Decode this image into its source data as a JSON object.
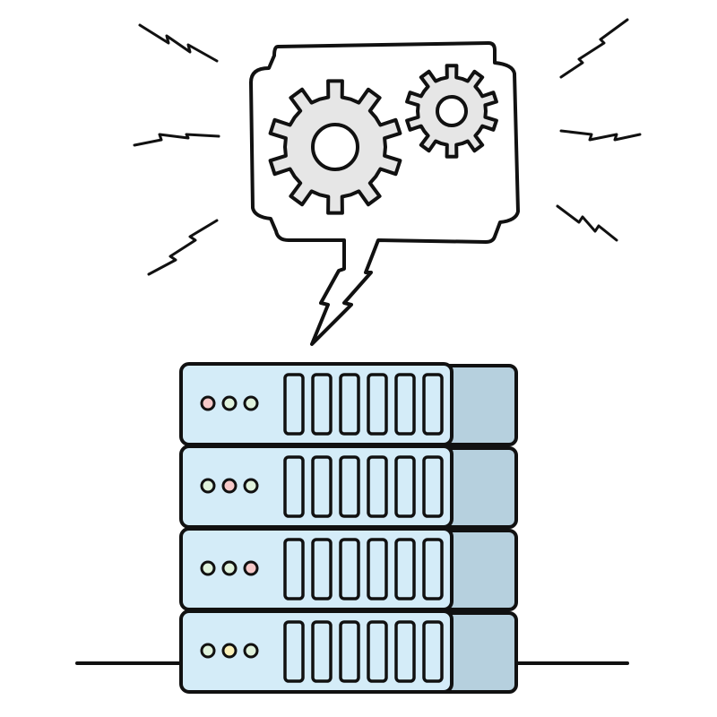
{
  "illustration": {
    "colors": {
      "ink": "#111111",
      "background": "#ffffff",
      "server_face": "#d4ecf8",
      "server_side": "#b6d0de",
      "gear": "#e6e6e6",
      "led_red": "#f6c9c9",
      "led_green": "#dff2dc",
      "led_yellow": "#fbf1b8"
    },
    "icons": [
      "speech-bubble-icon",
      "gear-icon",
      "spark-icon",
      "server-rack-icon"
    ],
    "server_units": [
      {
        "leds": [
          "red",
          "green",
          "green"
        ]
      },
      {
        "leds": [
          "green",
          "red",
          "green"
        ]
      },
      {
        "leds": [
          "green",
          "green",
          "red"
        ]
      },
      {
        "leds": [
          "green",
          "yellow",
          "green"
        ]
      }
    ]
  }
}
